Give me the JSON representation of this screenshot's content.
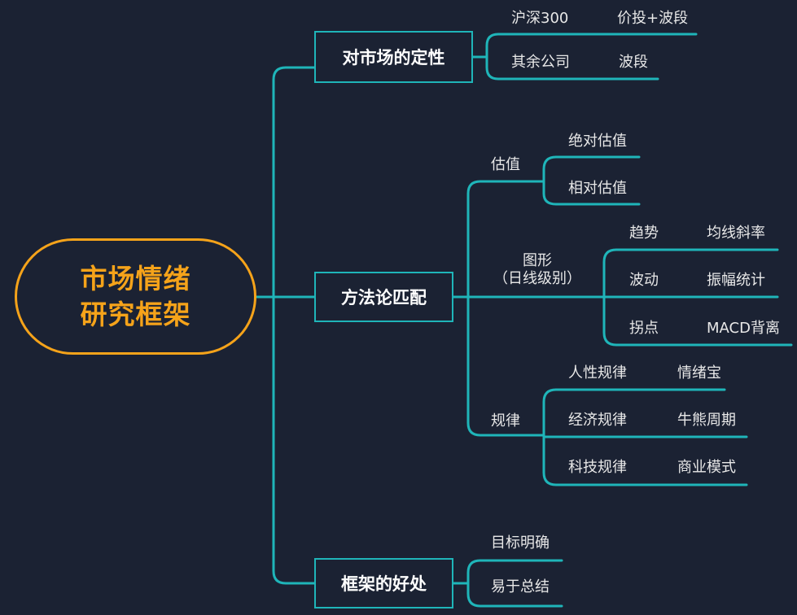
{
  "root": {
    "line1": "市场情绪",
    "line2": "研究框架"
  },
  "branches": {
    "market": {
      "label": "对市场的定性",
      "items": [
        {
          "label": "沪深300",
          "child": "价投+波段"
        },
        {
          "label": "其余公司",
          "child": "波段"
        }
      ]
    },
    "method": {
      "label": "方法论匹配",
      "valuation": {
        "label": "估值",
        "items": [
          "绝对估值",
          "相对估值"
        ]
      },
      "pattern": {
        "label_line1": "图形",
        "label_line2": "（日线级别）",
        "items": [
          {
            "label": "趋势",
            "child": "均线斜率"
          },
          {
            "label": "波动",
            "child": "振幅统计"
          },
          {
            "label": "拐点",
            "child": "MACD背离"
          }
        ]
      },
      "law": {
        "label": "规律",
        "items": [
          {
            "label": "人性规律",
            "child": "情绪宝"
          },
          {
            "label": "经济规律",
            "child": "牛熊周期"
          },
          {
            "label": "科技规律",
            "child": "商业模式"
          }
        ]
      }
    },
    "benefit": {
      "label": "框架的好处",
      "items": [
        "目标明确",
        "易于总结"
      ]
    }
  },
  "colors": {
    "background": "#1b2233",
    "connector": "#1fb5b9",
    "root_accent": "#f5a31a",
    "text": "#e8e8e8"
  }
}
